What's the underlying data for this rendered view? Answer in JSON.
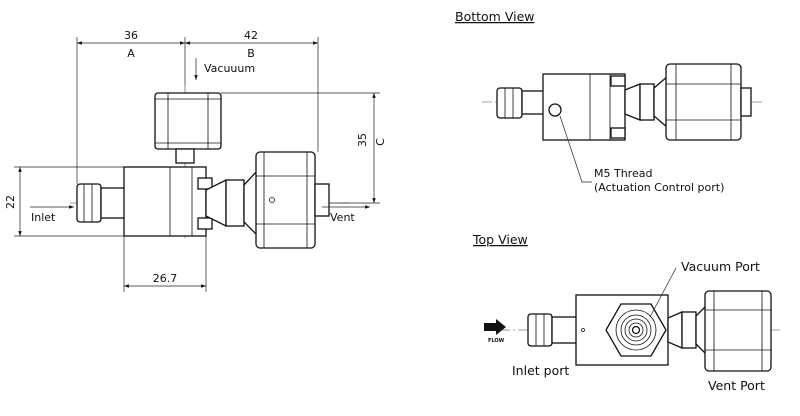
{
  "side_view": {
    "dim_a_value": "36",
    "dim_a_label": "A",
    "dim_b_value": "42",
    "dim_b_label": "B",
    "dim_c_value": "35",
    "dim_c_label": "C",
    "dim_height_value": "22",
    "dim_body_value": "26.7",
    "vacuum_label": "Vacuuum",
    "inlet_label": "Inlet",
    "vent_label": "Vent"
  },
  "bottom_view": {
    "title": "Bottom View",
    "thread_label_line1": "M5 Thread",
    "thread_label_line2": "(Actuation Control port)"
  },
  "top_view": {
    "title": "Top View",
    "vacuum_port_label": "Vacuum Port",
    "inlet_port_label": "Inlet port",
    "vent_port_label": "Vent Port",
    "flow_label": "FLOW"
  }
}
